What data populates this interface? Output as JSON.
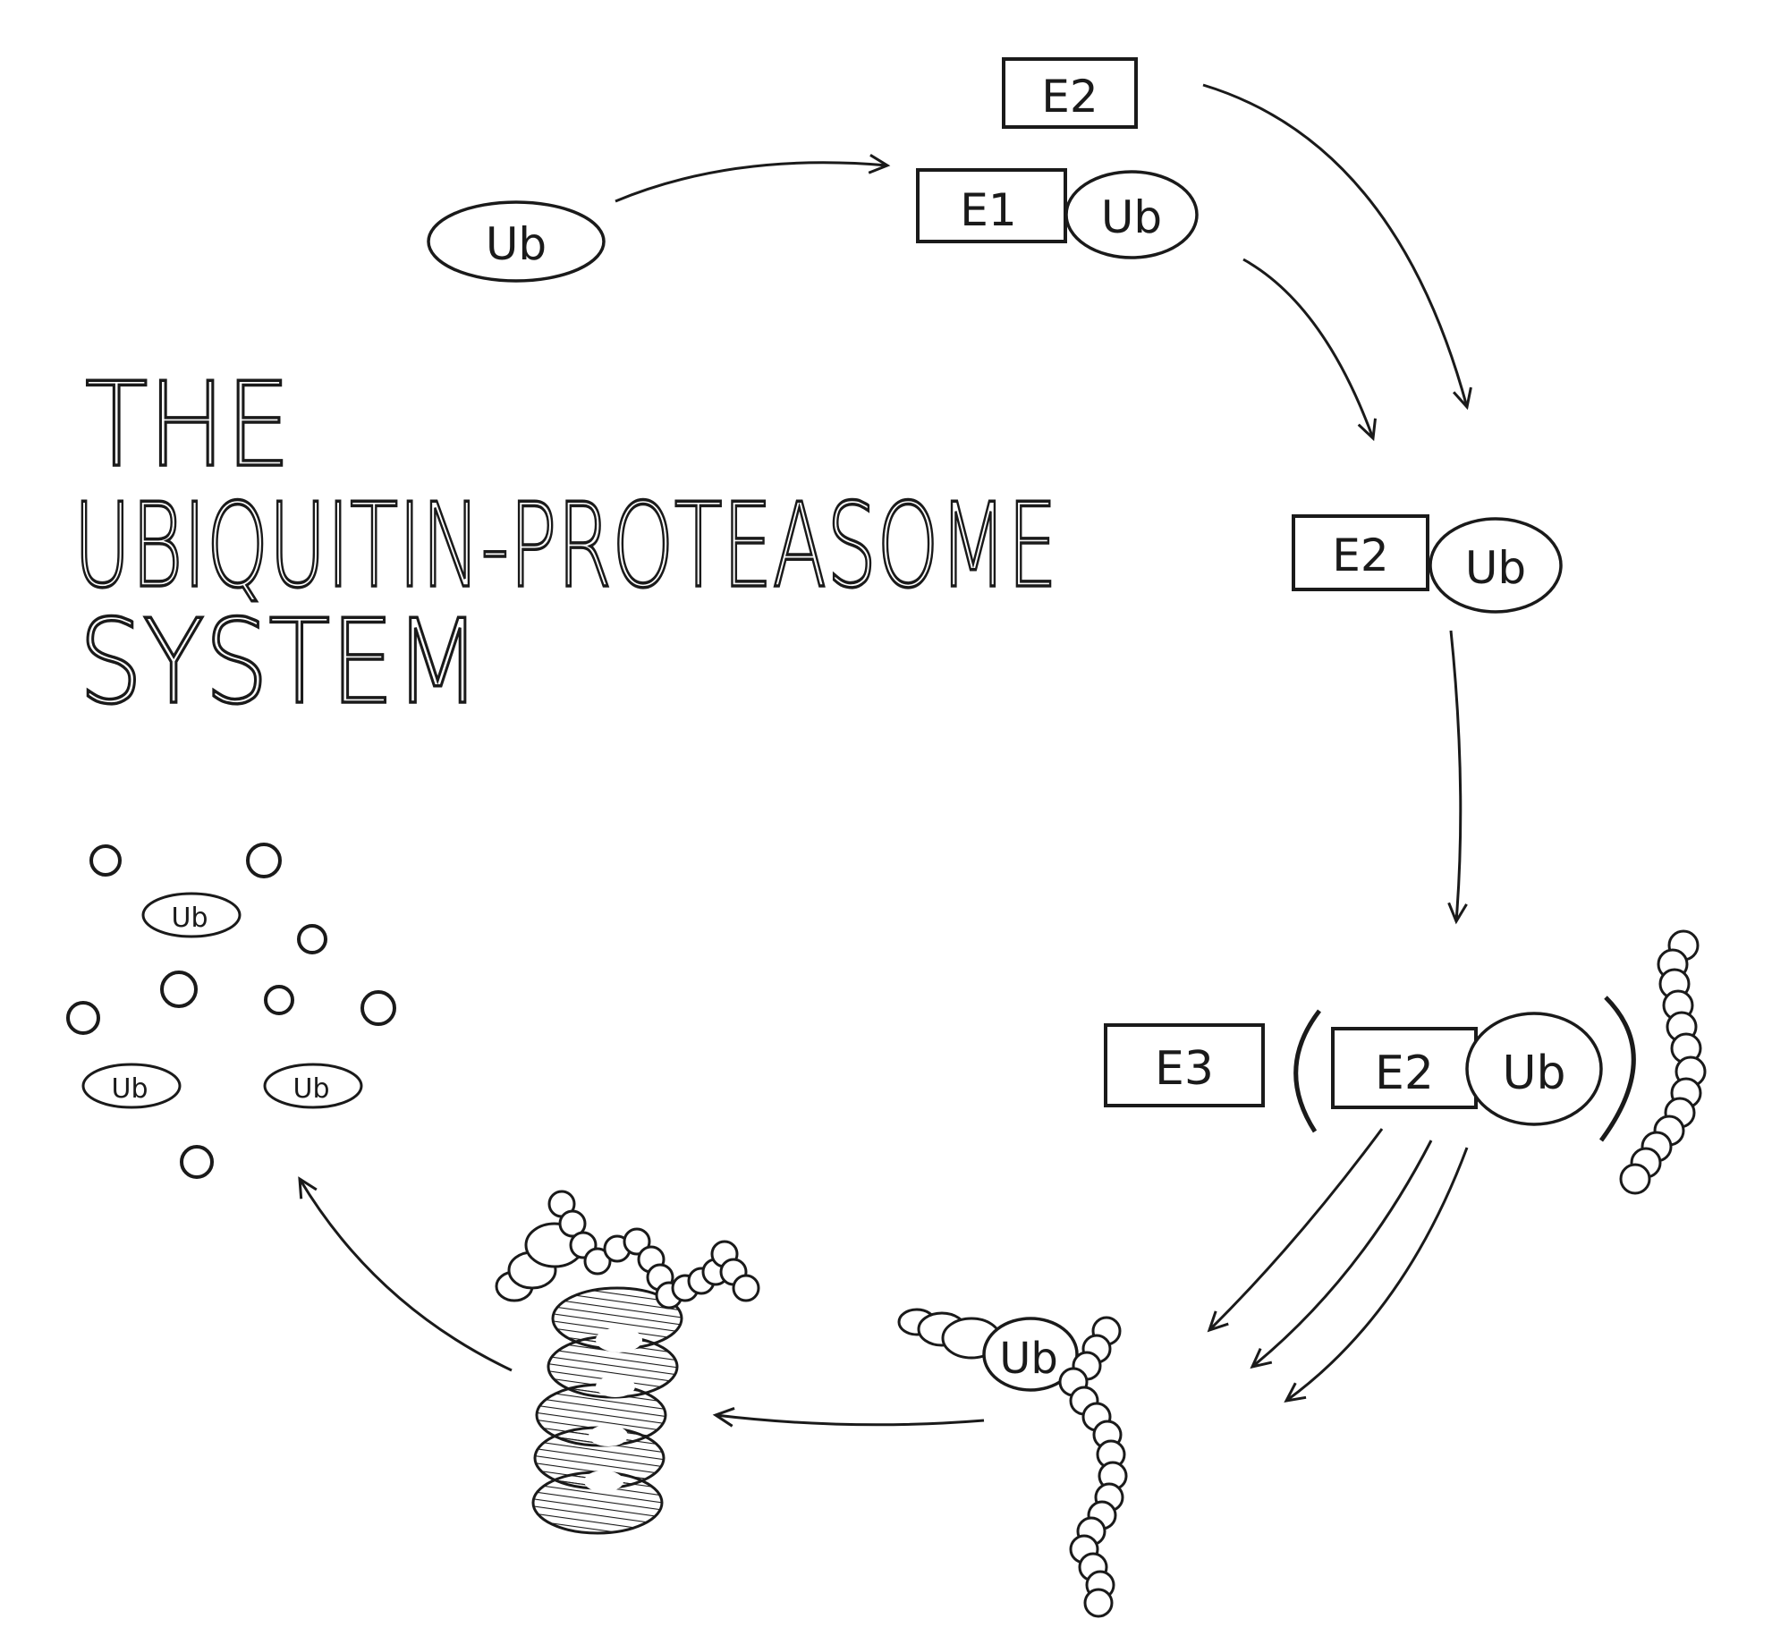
{
  "title": {
    "line1": "THE",
    "line2": "UBIQUITIN-PROTEASOME",
    "line3": "SYSTEM"
  },
  "labels": {
    "ub": "Ub",
    "e1": "E1",
    "e2": "E2",
    "e3": "E3"
  },
  "colors": {
    "ink": "#1a1a1a",
    "paper": "#ffffff",
    "shade": "#e8e8e8"
  }
}
